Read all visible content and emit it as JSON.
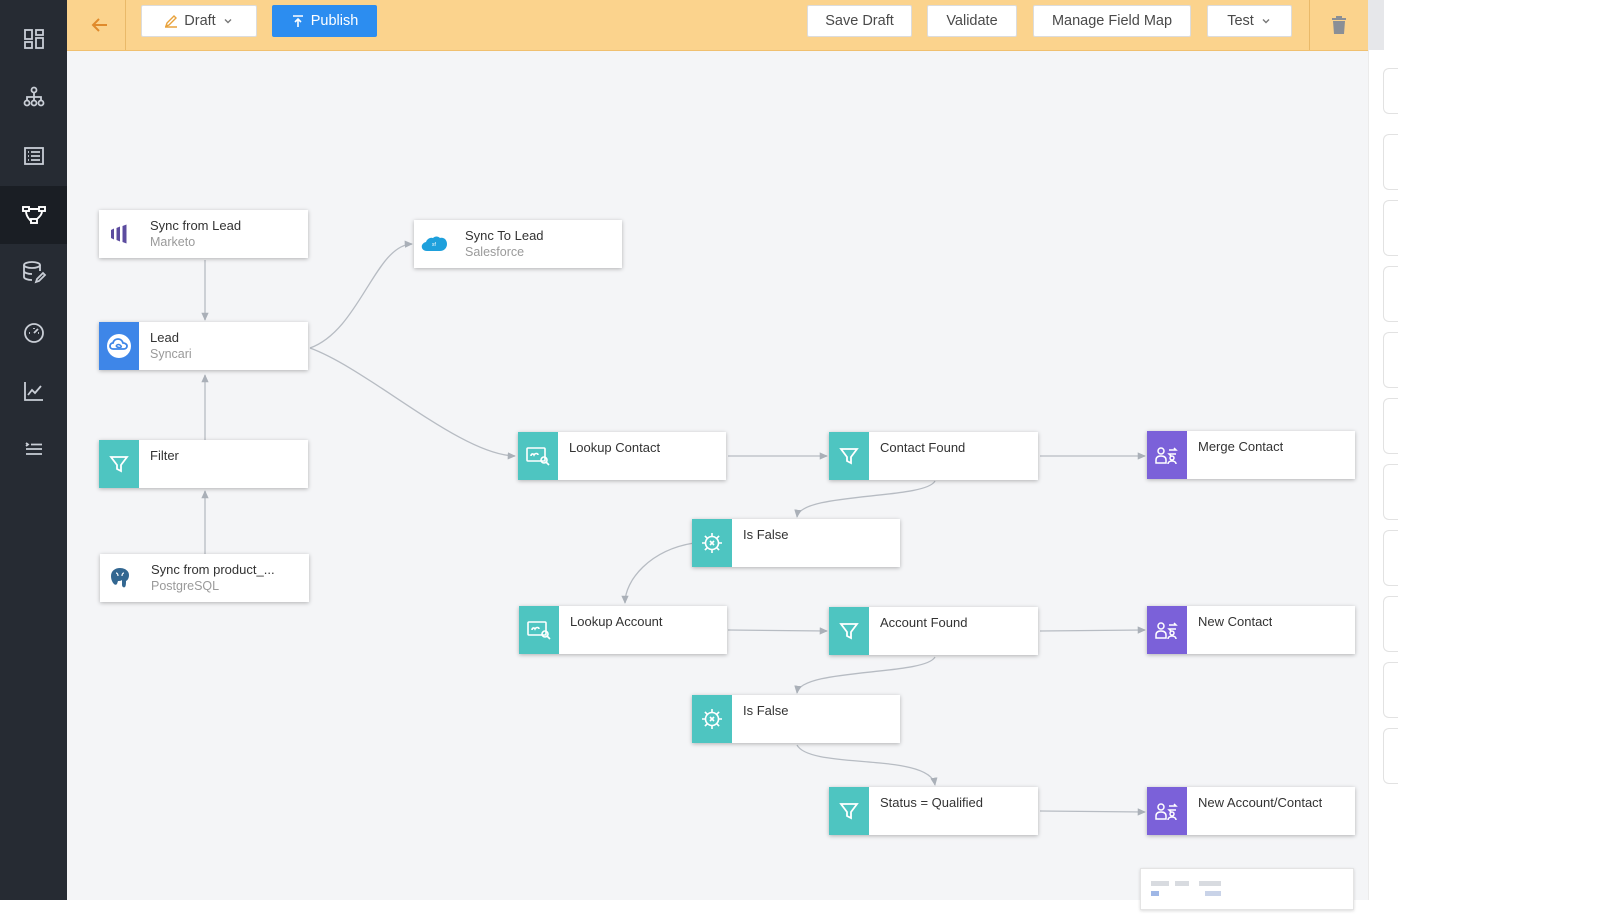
{
  "toolbar": {
    "draft_label": "Draft",
    "publish_label": "Publish",
    "save_draft_label": "Save Draft",
    "validate_label": "Validate",
    "manage_field_map_label": "Manage Field Map",
    "test_label": "Test"
  },
  "sidebar": {
    "items": [
      {
        "icon": "dashboard-icon"
      },
      {
        "icon": "hierarchy-icon"
      },
      {
        "icon": "list-icon"
      },
      {
        "icon": "pipeline-icon",
        "active": true
      },
      {
        "icon": "database-edit-icon"
      },
      {
        "icon": "gauge-icon"
      },
      {
        "icon": "chart-line-icon"
      },
      {
        "icon": "menu-list-icon"
      }
    ]
  },
  "nodes": {
    "sync_from_lead": {
      "title": "Sync from  Lead",
      "subtitle": "Marketo",
      "icon": "marketo-icon"
    },
    "sync_to_lead": {
      "title": "Sync To Lead",
      "subtitle": "Salesforce",
      "icon": "salesforce-icon"
    },
    "lead": {
      "title": "Lead",
      "subtitle": "Syncari",
      "icon": "syncari-cloud-icon"
    },
    "filter": {
      "title": "Filter",
      "icon": "filter-icon"
    },
    "sync_from_product": {
      "title": "Sync from  product_...",
      "subtitle": "PostgreSQL",
      "icon": "postgresql-icon"
    },
    "lookup_contact": {
      "title": "Lookup Contact",
      "icon": "lookup-icon"
    },
    "contact_found": {
      "title": "Contact Found",
      "icon": "filter-icon"
    },
    "merge_contact": {
      "title": "Merge Contact",
      "icon": "users-sync-icon"
    },
    "is_false_1": {
      "title": "Is False",
      "icon": "gear-icon"
    },
    "lookup_account": {
      "title": "Lookup Account",
      "icon": "lookup-icon"
    },
    "account_found": {
      "title": "Account Found",
      "icon": "filter-icon"
    },
    "new_contact": {
      "title": "New Contact",
      "icon": "users-sync-icon"
    },
    "is_false_2": {
      "title": "Is False",
      "icon": "gear-icon"
    },
    "status_qualified": {
      "title": "Status = Qualified",
      "icon": "filter-icon"
    },
    "new_account_contact": {
      "title": "New Account/Contact",
      "icon": "users-sync-icon"
    }
  },
  "colors": {
    "toolbar_bg": "#fbd38d",
    "primary": "#2c8df0",
    "teal": "#4ec5c1",
    "purple": "#7b61d9",
    "syncari_blue": "#3e86e8",
    "sidebar_bg": "#262b33"
  }
}
